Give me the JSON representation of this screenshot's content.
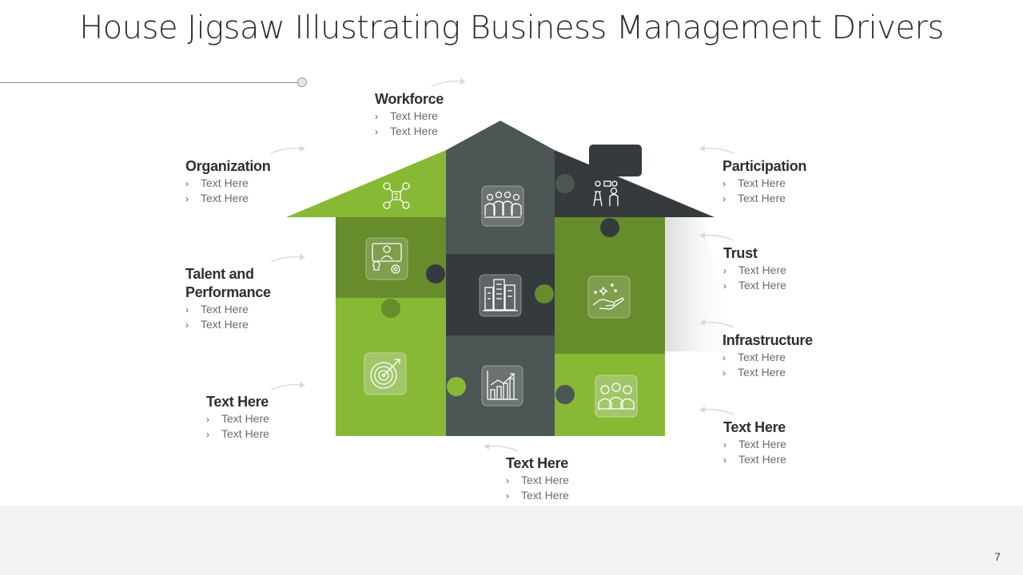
{
  "title": "House Jigsaw Illustrating Business Management Drivers",
  "page_number": "7",
  "colors": {
    "green_light": "#87b935",
    "green_mid": "#7aa932",
    "green_dark": "#668c2c",
    "slate": "#4c5655",
    "slate_dark": "#353b3d",
    "slate_mid": "#404749"
  },
  "blocks": {
    "workforce": {
      "heading": "Workforce",
      "items": [
        "Text Here",
        "Text Here"
      ]
    },
    "organization": {
      "heading": "Organization",
      "items": [
        "Text Here",
        "Text Here"
      ]
    },
    "participation": {
      "heading": "Participation",
      "items": [
        "Text Here",
        "Text Here"
      ]
    },
    "talent": {
      "heading_line1": "Talent and",
      "heading_line2": "Performance",
      "items": [
        "Text Here",
        "Text Here"
      ]
    },
    "trust": {
      "heading": "Trust",
      "items": [
        "Text Here",
        "Text Here"
      ]
    },
    "infrastructure": {
      "heading": "Infrastructure",
      "items": [
        "Text Here",
        "Text Here"
      ]
    },
    "left_bottom": {
      "heading": "Text Here",
      "items": [
        "Text Here",
        "Text Here"
      ]
    },
    "right_bottom": {
      "heading": "Text Here",
      "items": [
        "Text Here",
        "Text Here"
      ]
    },
    "bottom_center": {
      "heading": "Text Here",
      "items": [
        "Text Here",
        "Text Here"
      ]
    }
  },
  "icons": [
    "network-people-icon",
    "team-group-icon",
    "presenter-icon",
    "employee-settings-icon",
    "office-buildings-icon",
    "hand-sparkle-icon",
    "target-arrow-icon",
    "growth-chart-icon",
    "team-members-icon"
  ]
}
